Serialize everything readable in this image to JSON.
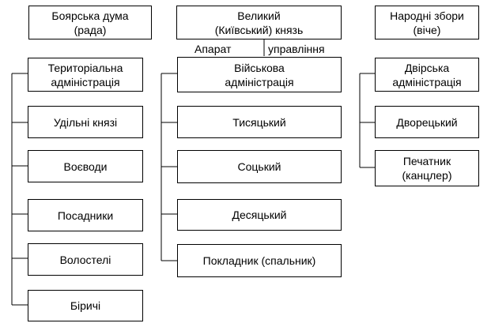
{
  "top": {
    "boyar_duma": "Боярська дума\n(рада)",
    "grand_prince": "Великий\n(Київський) князь",
    "peoples_assembly": "Народні збори\n(віче)"
  },
  "apparatus": {
    "left_word": "Апарат",
    "right_word": "управління"
  },
  "left_column": {
    "header": "Територіальна\nадміністрація",
    "items": [
      "Удільні князі",
      "Воєводи",
      "Посадники",
      "Волостелі",
      "Біричі"
    ]
  },
  "middle_column": {
    "header": "Військова\nадміністрація",
    "items": [
      "Тисяцький",
      "Соцький",
      "Десяцький",
      "Покладник (спальник)"
    ]
  },
  "right_column": {
    "header": "Двірська\nадміністрація",
    "items": [
      "Дворецький",
      "Печатник\n(канцлер)"
    ]
  }
}
